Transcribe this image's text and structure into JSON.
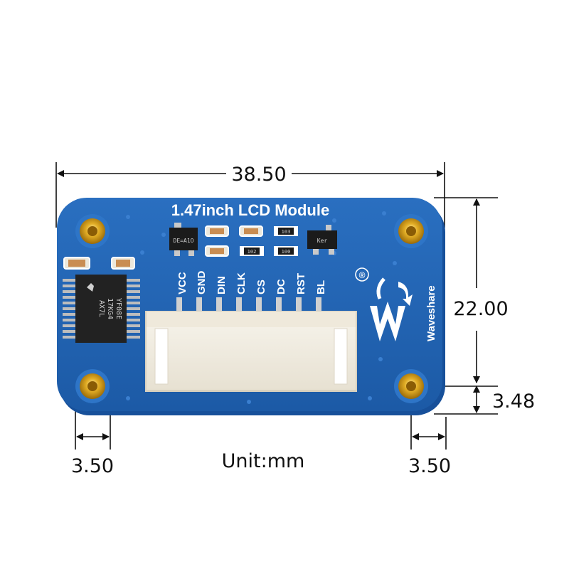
{
  "board": {
    "title": "1.47inch LCD Module",
    "brand": "Waveshare",
    "registered": "®",
    "chip_lines": [
      "YF08E",
      "17KG4",
      "AX7L"
    ],
    "regulator_label": "DE=A1O",
    "resistor_labels": [
      "103",
      "102",
      "100"
    ],
    "diode_label": "Ker",
    "pins": [
      "VCC",
      "GND",
      "DIN",
      "CLK",
      "CS",
      "DC",
      "RST",
      "BL"
    ],
    "colors": {
      "pcb": "#1f63b3",
      "pcb_dark": "#17509a",
      "connector": "#f3efe4",
      "gold": "#d9a21a",
      "chip": "#222222"
    }
  },
  "dimensions": {
    "width": "38.50",
    "height": "22.00",
    "hole_offset_y": "3.48",
    "hole_offset_x_left": "3.50",
    "hole_offset_x_right": "3.50"
  },
  "unit_label": "Unit:mm"
}
